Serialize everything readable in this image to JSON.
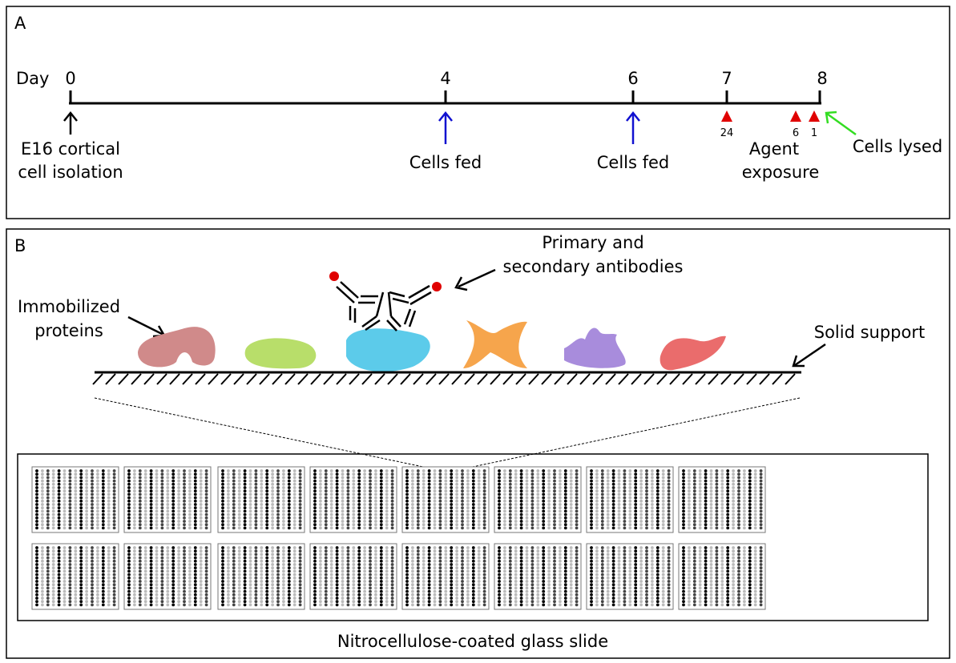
{
  "panel_a": {
    "label": "A",
    "day_label": "Day",
    "days": [
      "0",
      "4",
      "6",
      "7",
      "8"
    ],
    "isolation": [
      "E16 cortical",
      "cell isolation"
    ],
    "fed1": "Cells fed",
    "fed2": "Cells fed",
    "exposure_hours": [
      "24",
      "6",
      "1"
    ],
    "agent": [
      "Agent",
      "exposure"
    ],
    "lysed": "Cells lysed",
    "colors": {
      "fed": "#1010d0",
      "exposure": "#e00000",
      "lysed": "#33dd22"
    }
  },
  "panel_b": {
    "label": "B",
    "antibodies": [
      "Primary and",
      "secondary antibodies"
    ],
    "immobilized": [
      "Immobilized",
      "proteins"
    ],
    "support": "Solid support",
    "slide": "Nitrocellulose-coated glass slide"
  }
}
